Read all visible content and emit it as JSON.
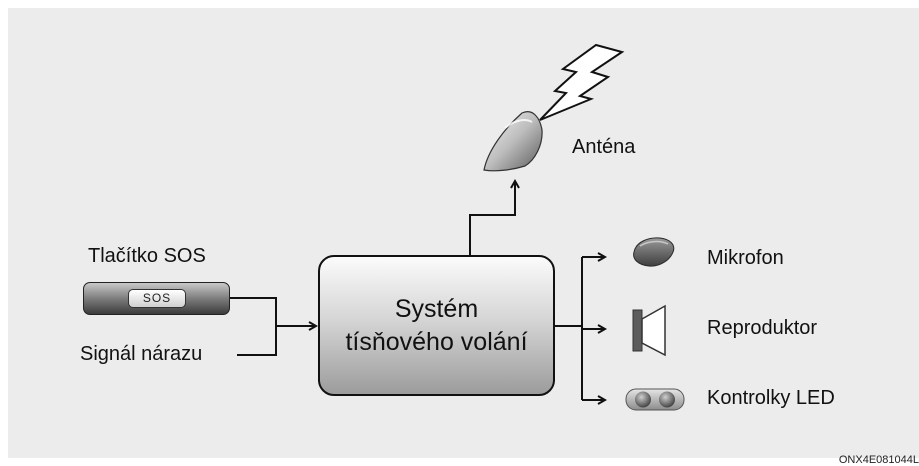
{
  "diagram": {
    "system_title_line1": "Systém",
    "system_title_line2": "tísňového volání",
    "inputs": {
      "sos_label": "Tlačítko SOS",
      "sos_button_text": "SOS",
      "crash_signal_label": "Signál nárazu"
    },
    "outputs": {
      "antenna_label": "Anténa",
      "microphone_label": "Mikrofon",
      "speaker_label": "Reproduktor",
      "led_label": "Kontrolky LED"
    },
    "figure_code": "ONX4E081044L"
  }
}
